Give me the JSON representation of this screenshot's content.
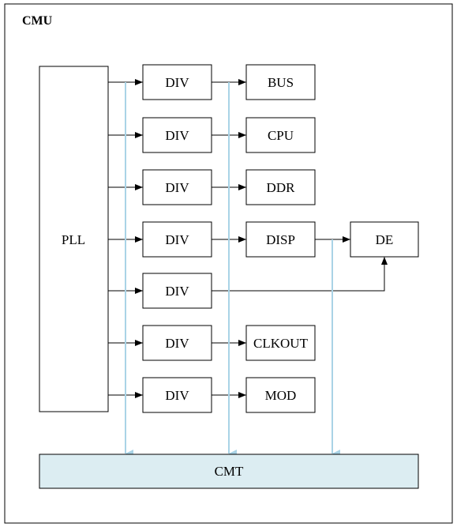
{
  "diagram": {
    "title": "CMU",
    "pll_label": "PLL",
    "div_label": "DIV",
    "outputs": [
      "BUS",
      "CPU",
      "DDR",
      "DISP",
      "",
      "CLKOUT",
      "MOD"
    ],
    "de_label": "DE",
    "cmt_label": "CMT"
  },
  "colors": {
    "cmt_fill": "#dcedf2",
    "blue_arrow": "#a9d3e6",
    "line": "#000000"
  }
}
